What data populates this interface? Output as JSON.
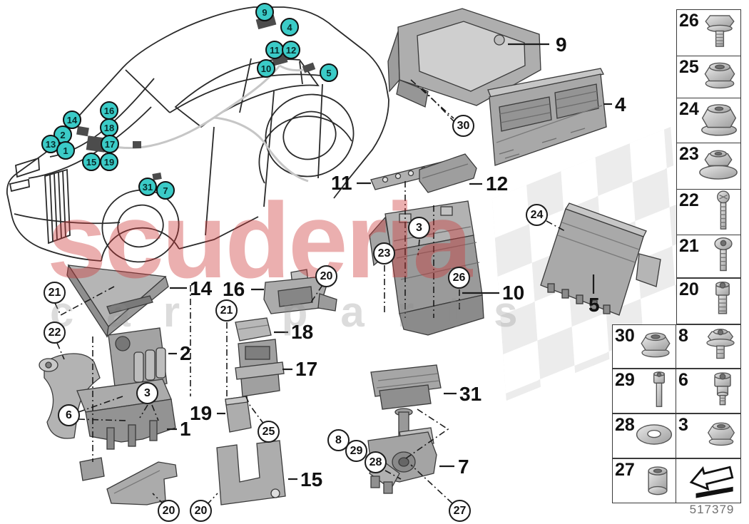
{
  "doc": {
    "drawing_number": "517379"
  },
  "watermark": {
    "line1": "scuderia",
    "line2": "car parts"
  },
  "colors": {
    "callout_teal": "#3bcbc7",
    "watermark_red": "#cd3737",
    "watermark_gray": "#8c8c8c",
    "line_black": "#1c1c1c"
  },
  "car_callouts": [
    {
      "label": "9"
    },
    {
      "label": "4"
    },
    {
      "label": "11"
    },
    {
      "label": "12"
    },
    {
      "label": "10"
    },
    {
      "label": "5"
    },
    {
      "label": "16"
    },
    {
      "label": "14"
    },
    {
      "label": "18"
    },
    {
      "label": "2"
    },
    {
      "label": "13"
    },
    {
      "label": "17"
    },
    {
      "label": "1"
    },
    {
      "label": "15"
    },
    {
      "label": "19"
    },
    {
      "label": "31"
    },
    {
      "label": "7"
    }
  ],
  "part_labels": [
    {
      "label": "9"
    },
    {
      "label": "4"
    },
    {
      "label": "11"
    },
    {
      "label": "12"
    },
    {
      "label": "10"
    },
    {
      "label": "5"
    },
    {
      "label": "14"
    },
    {
      "label": "16"
    },
    {
      "label": "18"
    },
    {
      "label": "17"
    },
    {
      "label": "2"
    },
    {
      "label": "1"
    },
    {
      "label": "19"
    },
    {
      "label": "15"
    },
    {
      "label": "31"
    },
    {
      "label": "7"
    }
  ],
  "circle_callouts": [
    {
      "label": "30"
    },
    {
      "label": "24"
    },
    {
      "label": "3"
    },
    {
      "label": "23"
    },
    {
      "label": "26"
    },
    {
      "label": "21"
    },
    {
      "label": "20"
    },
    {
      "label": "21"
    },
    {
      "label": "22"
    },
    {
      "label": "3"
    },
    {
      "label": "6"
    },
    {
      "label": "25"
    },
    {
      "label": "20"
    },
    {
      "label": "20"
    },
    {
      "label": "8"
    },
    {
      "label": "29"
    },
    {
      "label": "28"
    },
    {
      "label": "27"
    }
  ],
  "fastener_panel": {
    "column_items": [
      {
        "number": "26",
        "icon": "hex-flange-bolt-icon"
      },
      {
        "number": "25",
        "icon": "flange-nut-icon"
      },
      {
        "number": "24",
        "icon": "tall-flange-nut-icon"
      },
      {
        "number": "23",
        "icon": "nut-with-washer-icon"
      },
      {
        "number": "22",
        "icon": "pan-head-screw-icon"
      },
      {
        "number": "21",
        "icon": "button-head-screw-icon"
      },
      {
        "number": "20",
        "icon": "socket-head-bolt-icon"
      }
    ],
    "grid_left": [
      {
        "number": "30",
        "icon": "flange-nut-icon"
      },
      {
        "number": "29",
        "icon": "cap-screw-icon"
      },
      {
        "number": "28",
        "icon": "washer-icon"
      },
      {
        "number": "27",
        "icon": "spacer-sleeve-icon"
      }
    ],
    "grid_right": [
      {
        "number": "8",
        "icon": "bolt-with-washer-icon"
      },
      {
        "number": "6",
        "icon": "sleeve-bolt-icon"
      },
      {
        "number": "3",
        "icon": "flange-nut-icon"
      },
      {
        "number": "",
        "icon": "direction-arrow-icon"
      }
    ]
  }
}
